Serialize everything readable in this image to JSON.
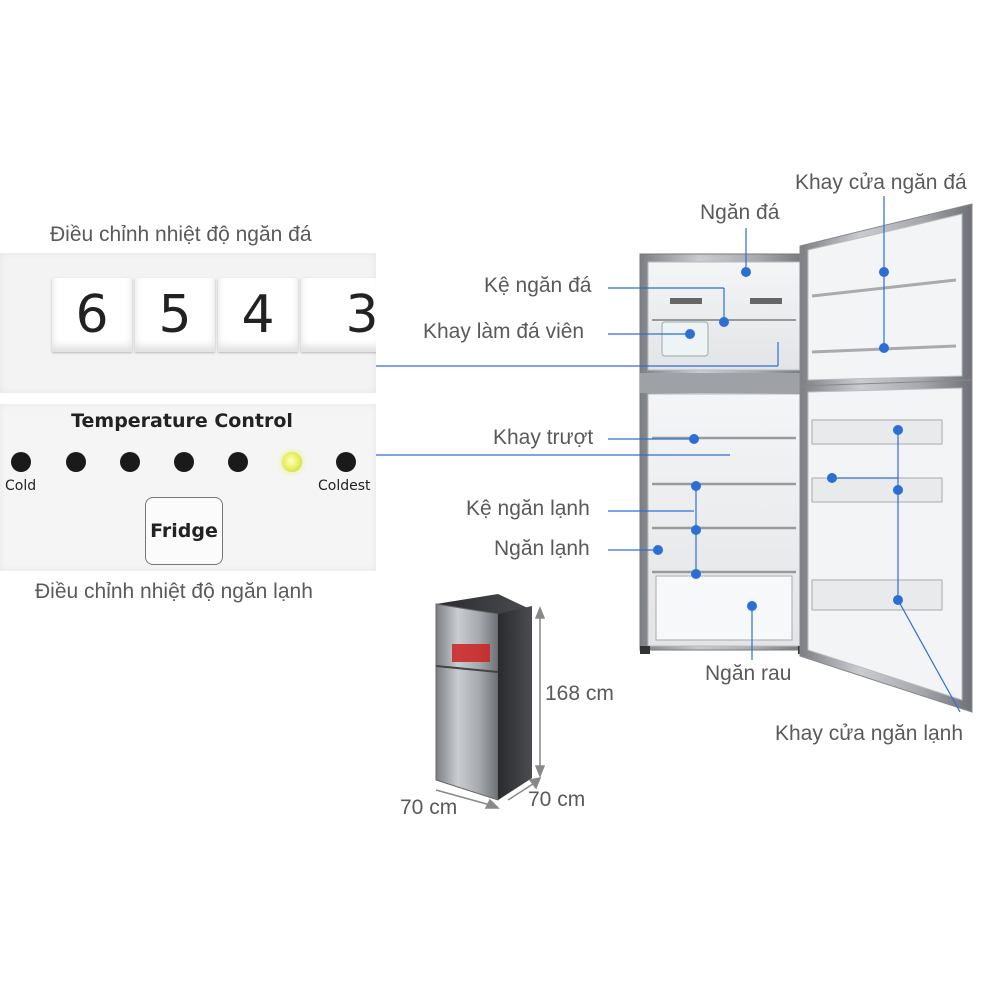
{
  "freezer_control": {
    "caption": "Điều chỉnh nhiệt độ ngăn đá",
    "dial_numbers": [
      "6",
      "5",
      "4",
      "3"
    ]
  },
  "fridge_control": {
    "title": "Temperature Control",
    "cold_label": "Cold",
    "coldest_label": "Coldest",
    "button_label": "Fridge",
    "caption": "Điều chỉnh nhiệt độ ngăn lạnh",
    "active_level": 6,
    "level_count": 7
  },
  "callouts": {
    "freezer_door_tray": "Khay cửa ngăn đá",
    "freezer": "Ngăn đá",
    "freezer_shelf": "Kệ ngăn đá",
    "ice_tray": "Khay làm đá viên",
    "sliding_tray": "Khay trượt",
    "fridge_shelf": "Kệ ngăn lạnh",
    "fridge": "Ngăn lạnh",
    "vegetable_drawer": "Ngăn rau",
    "fridge_door_tray": "Khay cửa ngăn lạnh"
  },
  "dimensions": {
    "height": "168 cm",
    "width": "70 cm",
    "depth": "70 cm"
  },
  "colors": {
    "callout_blue": "#2b6fd6",
    "label_gray": "#5a5a5a"
  }
}
